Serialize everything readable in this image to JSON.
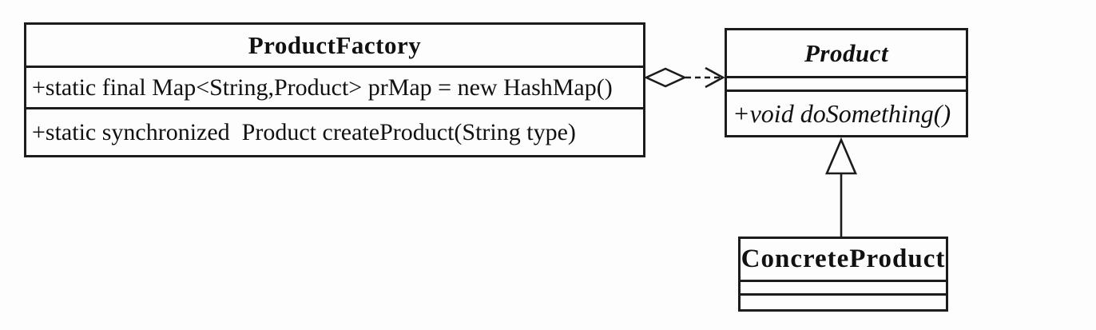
{
  "diagram": {
    "type": "uml-class-diagram",
    "pattern": "Factory",
    "classes": {
      "product_factory": {
        "title": "ProductFactory",
        "attribute": "+static final Map<String,Product> prMap = new HashMap()",
        "operation": "+static synchronized  Product createProduct(String type)"
      },
      "product": {
        "title": "Product",
        "abstract": true,
        "operation": "+void doSomething()"
      },
      "concrete_product": {
        "title": "ConcreteProduct"
      }
    },
    "relationships": [
      {
        "type": "aggregation",
        "from": "ProductFactory",
        "to": "Product",
        "line_style": "dashed",
        "diamond": "hollow",
        "arrowhead": "open"
      },
      {
        "type": "generalization",
        "from": "ConcreteProduct",
        "to": "Product",
        "line_style": "solid",
        "arrowhead": "hollow-triangle"
      }
    ],
    "colors": {
      "line": "#1c1c1c",
      "text": "#111111",
      "background": "#fdfdfd",
      "box_fill": "#fdfdfd"
    }
  }
}
